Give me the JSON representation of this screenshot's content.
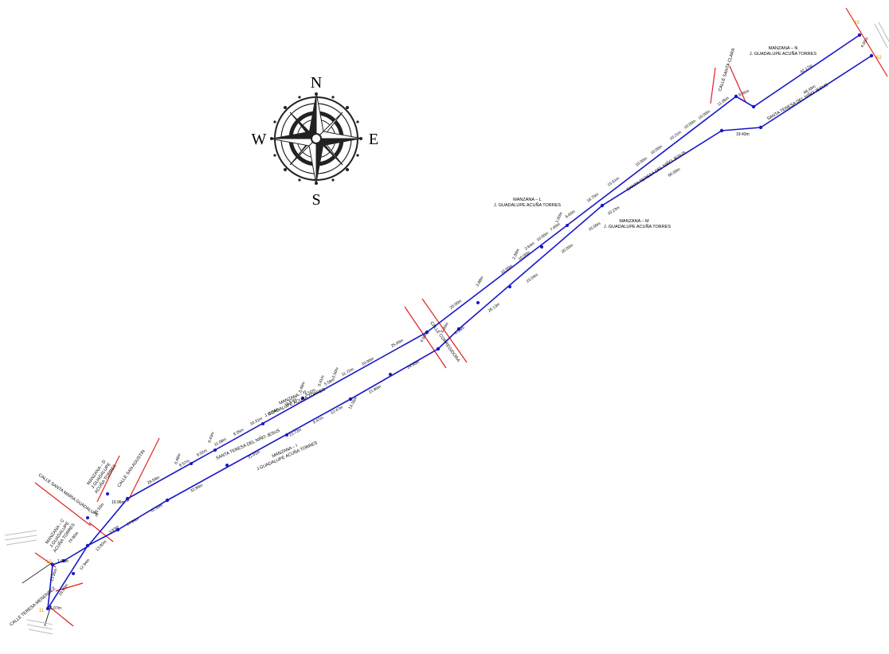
{
  "compass": {
    "north": "N",
    "south": "S",
    "east": "E",
    "west": "W"
  },
  "blocks": {
    "manzana_n": {
      "title": "MANZANA – N",
      "owner": "J. GUADALUPE ACUÑA TORRES"
    },
    "manzana_l": {
      "title": "MANZANA – L",
      "owner": "J. GUADALUPE ACUÑA TORRES"
    },
    "manzana_m": {
      "title": "MANZANA – M",
      "owner": "J. GUADALUPE ACUÑA TORRES"
    },
    "manzana_h": {
      "title": "MANZANA – H",
      "owner": "J.GUADALUPE ACUÑA TORRES"
    },
    "manzana_i": {
      "title": "MANZANA – I",
      "owner": "J.GUADALUPE ACUÑA TORRES"
    },
    "manzana_d": {
      "title": "MANZANA – D",
      "owner1": "J.GUADALUPE",
      "owner2": "ACUÑA TORRES"
    },
    "manzana_c": {
      "title": "MANZANA – C",
      "owner1": "J.GUADALUPE",
      "owner2": "ACUÑA TORRES"
    }
  },
  "streets": {
    "santa_clara": "CALLE SANTA CLARA",
    "corregidora": "CALLE CORREGIDORA",
    "san_agustin": "CALLE SAN AGUSTIN",
    "santa_maria": "CALLE SANTA MARIA GUADALUPE",
    "teresa_menendez": "CALLE TERESA MENENDEZ",
    "nino_jesus_1": "SANTA TERESA DEL NIÑO JESUS",
    "nino_jesus_2": "SANTA TERESA DEL NIÑO JESUS",
    "nino_jesus_3": "SANTA TERESA DEL NIÑO JESUS"
  },
  "points": {
    "p63": "63",
    "p62": "62",
    "p15": "15",
    "p11": "11"
  },
  "upper_measures": {
    "m01": "62.17m",
    "m02": "9.46m",
    "m03": "11.06m",
    "m04": "10.00m",
    "m05": "10.00m",
    "m06": "10.21m",
    "m07": "10.00m",
    "m08": "10.00m",
    "m09": "15.61m",
    "m10": "18.75m",
    "m11": "6.00m",
    "m12": "1.00m",
    "m13": "7.00m",
    "m14": "10.00m",
    "m15": "2.64m",
    "m16": "10.00m",
    "m17": "10.00m",
    "m18": "2.39m",
    "m19": "3.68m",
    "m20": "20.00m",
    "m21": "25.00m",
    "m22": "10.00m",
    "m23": "11.72m",
    "m24": "5.58m",
    "m25": "0.50m",
    "m26": "0.41m",
    "m27": "9.52m",
    "m28": "0.48m",
    "m29": "10.53m",
    "m30": "8.84m",
    "m31": "10.31m",
    "m32": "8.05m",
    "m33": "11.08m",
    "m34": "0.43m",
    "m35": "9.02m",
    "m36": "8.57m",
    "m37": "0.48m",
    "m38": "28.59m",
    "m39": "10.96m"
  },
  "lower_measures": {
    "l01": "66.49m",
    "l02": "19.43m",
    "l03": "60.00m",
    "l04": "10.23m",
    "l05": "15.00m",
    "l06": "20.00m",
    "l07": "23.04m",
    "l08": "26.13m",
    "l09": "6.15m",
    "l10": "24.90m",
    "l11": "21.80m",
    "l12": "13.16m",
    "l13": "12.47m",
    "l14": "9.47m",
    "l15": "13.72m",
    "l16": "31.01m",
    "l17": "32.99m",
    "l18": "11.33m",
    "l19": "17.84m",
    "l20": "3.93m",
    "l21": "13.80m",
    "l22": "12.94m",
    "l23": "19.90m"
  },
  "left_measures": {
    "e01": "15.53m",
    "e02": "24.80m",
    "e03": "1.06m",
    "e04": "23.90m",
    "e05": "6.07m",
    "e06": "4.00m",
    "e07": "4.50m",
    "e08": "6.00m"
  }
}
